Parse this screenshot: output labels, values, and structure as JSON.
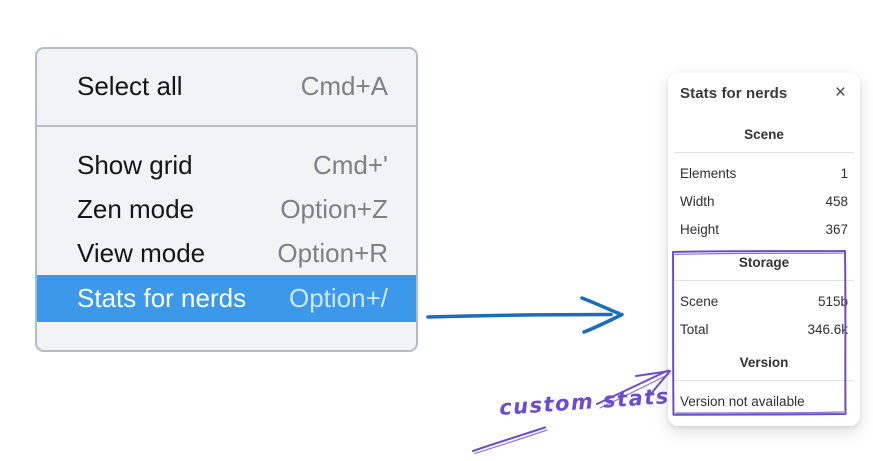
{
  "colors": {
    "menu_highlight": "#3c99ea",
    "menu_background": "#f1f3f4",
    "menu_border": "#b4bcc3",
    "arrow_blue": "#1d6cb8",
    "annotation_purple": "#6b4ccf",
    "panel_background": "#ffffff"
  },
  "menu": {
    "items": [
      {
        "label": "Select all",
        "shortcut": "Cmd+A",
        "highlighted": false
      },
      {
        "label": "Show grid",
        "shortcut": "Cmd+'",
        "highlighted": false
      },
      {
        "label": "Zen mode",
        "shortcut": "Option+Z",
        "highlighted": false
      },
      {
        "label": "View mode",
        "shortcut": "Option+R",
        "highlighted": false
      },
      {
        "label": "Stats for nerds",
        "shortcut": "Option+/",
        "highlighted": true
      }
    ]
  },
  "panel": {
    "title": "Stats for nerds",
    "close_glyph": "×",
    "sections": [
      {
        "heading": "Scene",
        "rows": [
          {
            "label": "Elements",
            "value": "1"
          },
          {
            "label": "Width",
            "value": "458"
          },
          {
            "label": "Height",
            "value": "367"
          }
        ]
      },
      {
        "heading": "Storage",
        "rows": [
          {
            "label": "Scene",
            "value": "515b"
          },
          {
            "label": "Total",
            "value": "346.6k"
          }
        ]
      },
      {
        "heading": "Version",
        "note": "Version not available"
      }
    ]
  },
  "annotation": {
    "label": "custom stats"
  }
}
